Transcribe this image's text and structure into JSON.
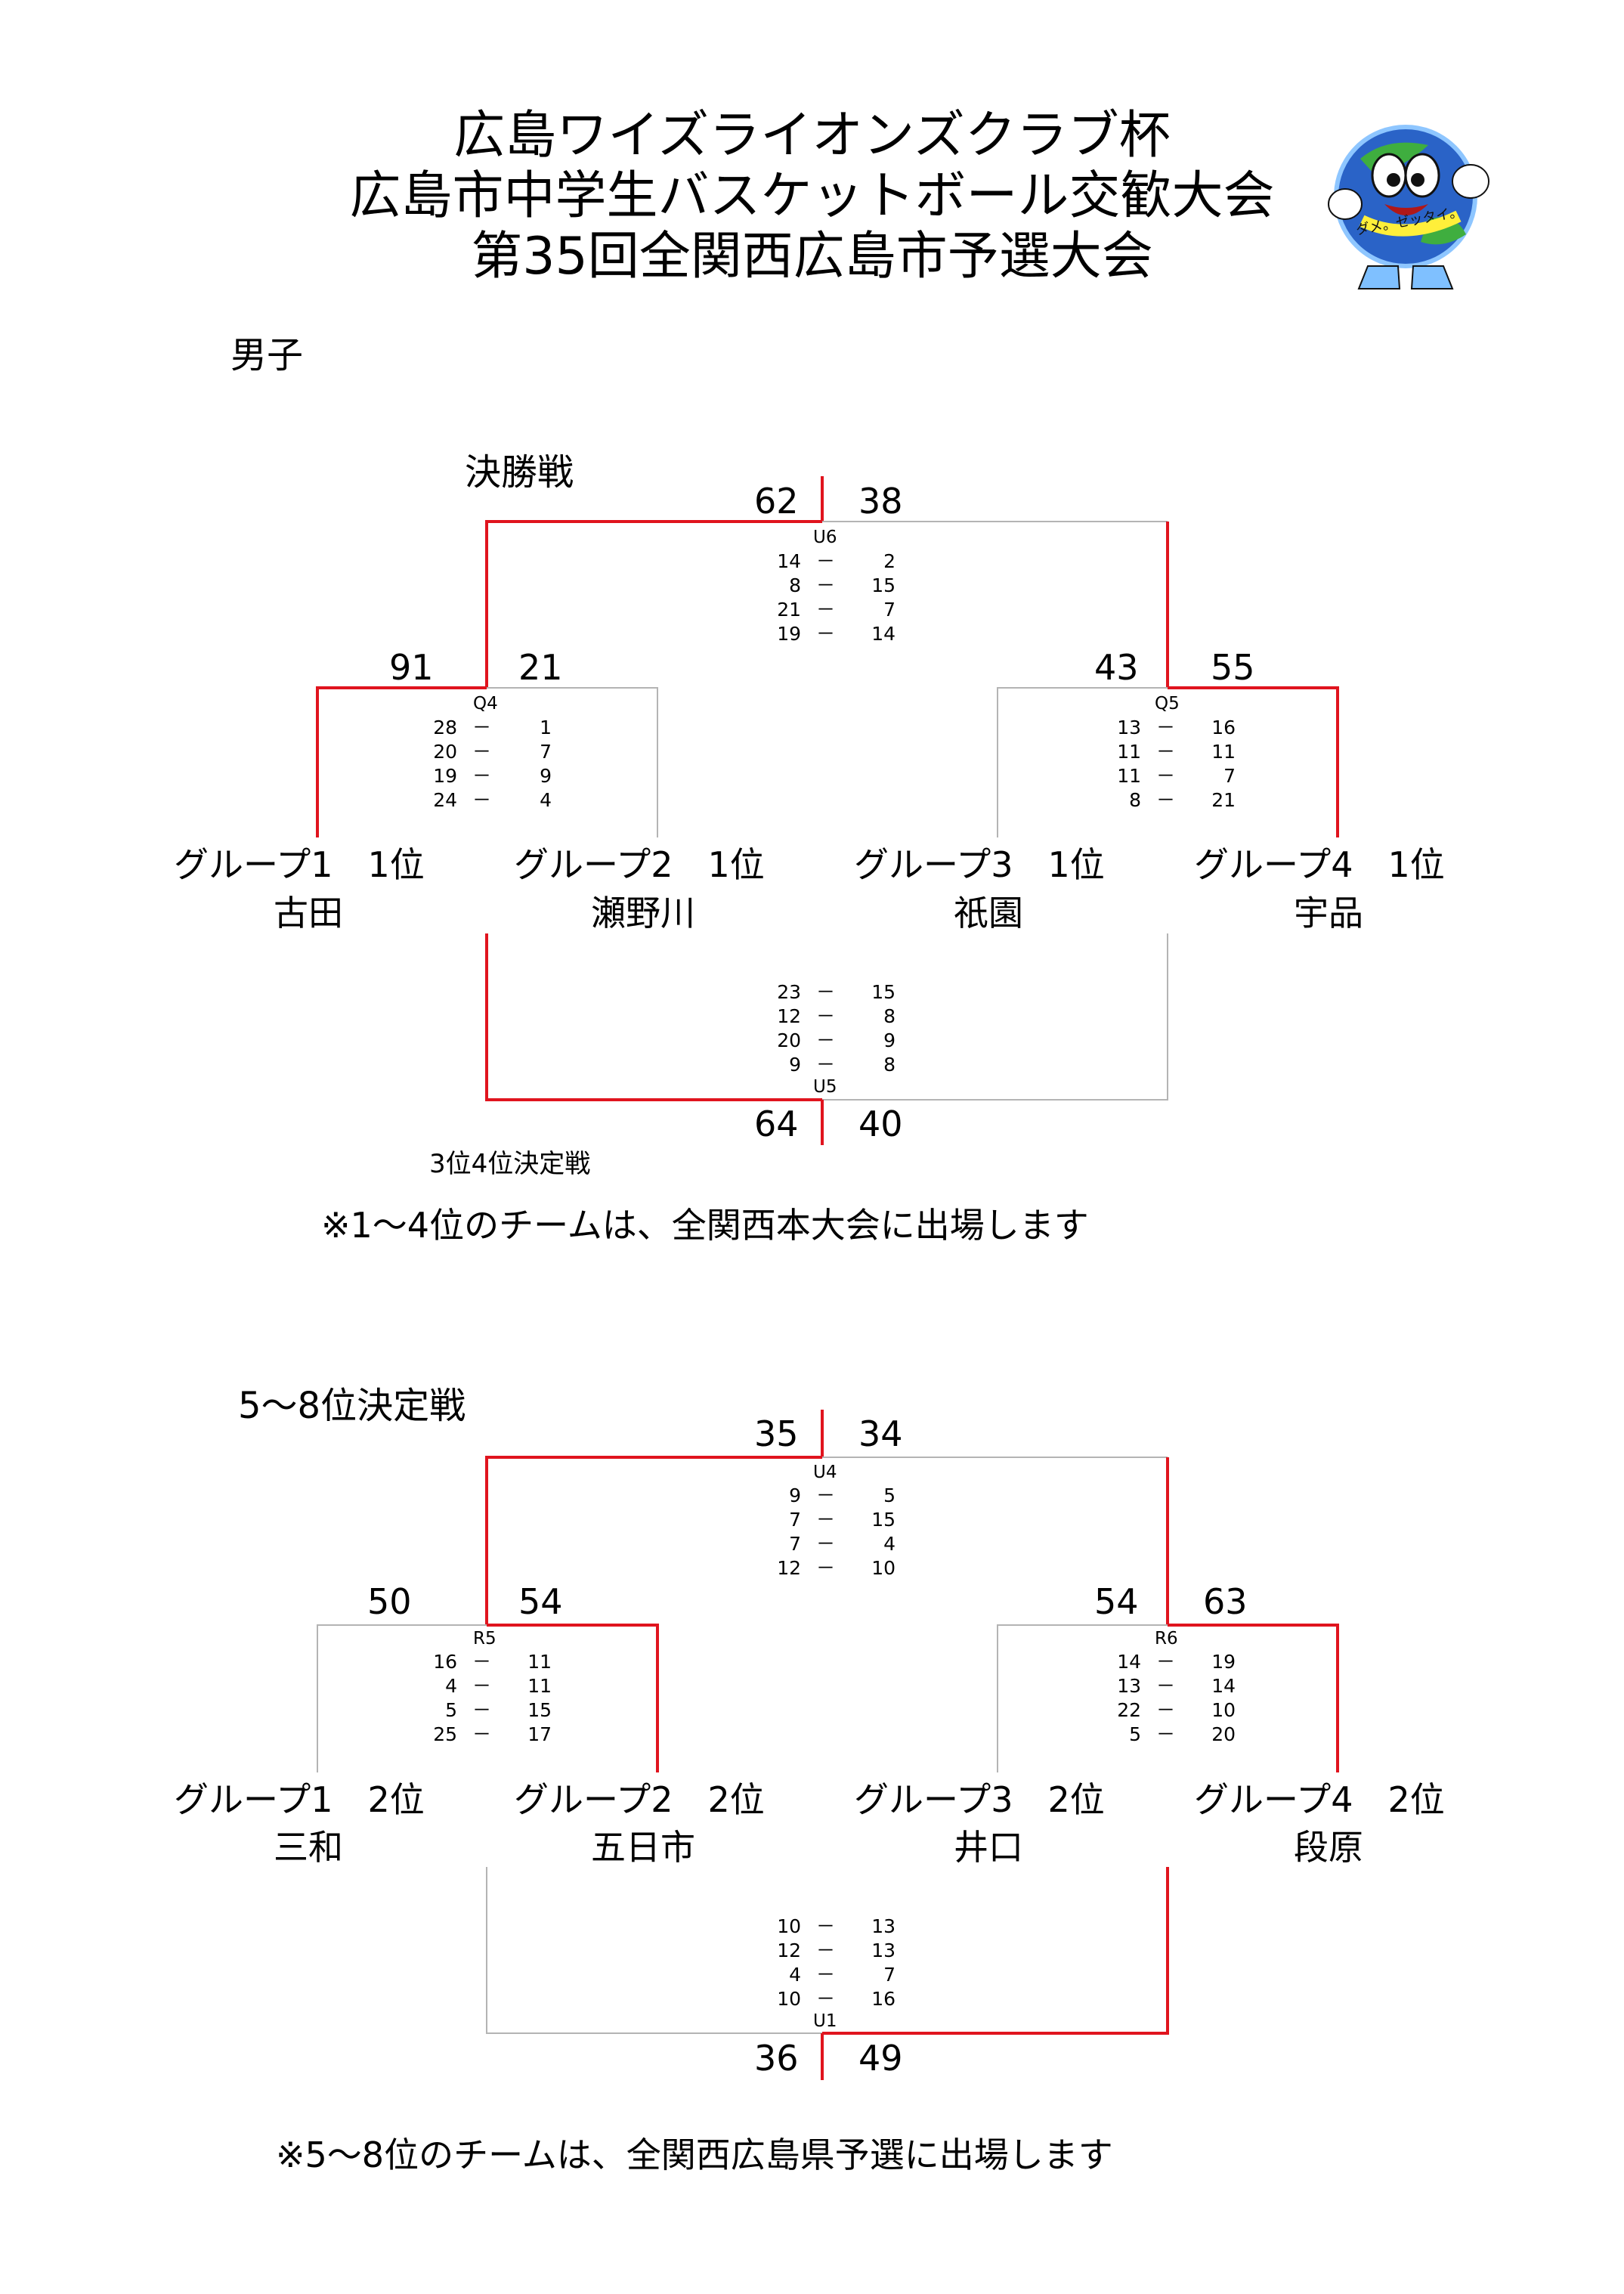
{
  "header": {
    "title_lines": [
      "広島ワイズライオンズクラブ杯",
      "広島市中学生バスケットボール交歓大会",
      "第35回全関西広島市予選大会"
    ],
    "mascot_text": "ダメ。ゼッタイ。"
  },
  "gender_label": "男子",
  "colors": {
    "winner_line": "#e0141e",
    "loser_line": "#b4b4b4"
  },
  "top_section": {
    "final_label": "決勝戦",
    "third_place_label": "3位4位決定戦",
    "final": {
      "code": "U6",
      "left_total": "62",
      "right_total": "38",
      "quarters": [
        [
          "14",
          "2"
        ],
        [
          "8",
          "15"
        ],
        [
          "21",
          "7"
        ],
        [
          "19",
          "14"
        ]
      ]
    },
    "semi_left": {
      "code": "Q4",
      "left_total": "91",
      "right_total": "21",
      "quarters": [
        [
          "28",
          "1"
        ],
        [
          "20",
          "7"
        ],
        [
          "19",
          "9"
        ],
        [
          "24",
          "4"
        ]
      ]
    },
    "semi_right": {
      "code": "Q5",
      "left_total": "43",
      "right_total": "55",
      "quarters": [
        [
          "13",
          "16"
        ],
        [
          "11",
          "11"
        ],
        [
          "11",
          "7"
        ],
        [
          "8",
          "21"
        ]
      ]
    },
    "third_place": {
      "code": "U5",
      "left_total": "64",
      "right_total": "40",
      "quarters": [
        [
          "23",
          "15"
        ],
        [
          "12",
          "8"
        ],
        [
          "20",
          "9"
        ],
        [
          "9",
          "8"
        ]
      ]
    },
    "teams": [
      {
        "group": "グループ1",
        "rank": "1位",
        "school": "古田"
      },
      {
        "group": "グループ2",
        "rank": "1位",
        "school": "瀬野川"
      },
      {
        "group": "グループ3",
        "rank": "1位",
        "school": "祇園"
      },
      {
        "group": "グループ4",
        "rank": "1位",
        "school": "宇品"
      }
    ],
    "note": "※1～4位のチームは、全関西本大会に出場します"
  },
  "bottom_section": {
    "label": "5～8位決定戦",
    "final": {
      "code": "U4",
      "left_total": "35",
      "right_total": "34",
      "quarters": [
        [
          "9",
          "5"
        ],
        [
          "7",
          "15"
        ],
        [
          "7",
          "4"
        ],
        [
          "12",
          "10"
        ]
      ]
    },
    "semi_left": {
      "code": "R5",
      "left_total": "50",
      "right_total": "54",
      "quarters": [
        [
          "16",
          "11"
        ],
        [
          "4",
          "11"
        ],
        [
          "5",
          "15"
        ],
        [
          "25",
          "17"
        ]
      ]
    },
    "semi_right": {
      "code": "R6",
      "left_total": "54",
      "right_total": "63",
      "quarters": [
        [
          "14",
          "19"
        ],
        [
          "13",
          "14"
        ],
        [
          "22",
          "10"
        ],
        [
          "5",
          "20"
        ]
      ]
    },
    "seventh_place": {
      "code": "U1",
      "left_total": "36",
      "right_total": "49",
      "quarters": [
        [
          "10",
          "13"
        ],
        [
          "12",
          "13"
        ],
        [
          "4",
          "7"
        ],
        [
          "10",
          "16"
        ]
      ]
    },
    "teams": [
      {
        "group": "グループ1",
        "rank": "2位",
        "school": "三和"
      },
      {
        "group": "グループ2",
        "rank": "2位",
        "school": "五日市"
      },
      {
        "group": "グループ3",
        "rank": "2位",
        "school": "井口"
      },
      {
        "group": "グループ4",
        "rank": "2位",
        "school": "段原"
      }
    ],
    "note": "※5～8位のチームは、全関西広島県予選に出場します"
  }
}
